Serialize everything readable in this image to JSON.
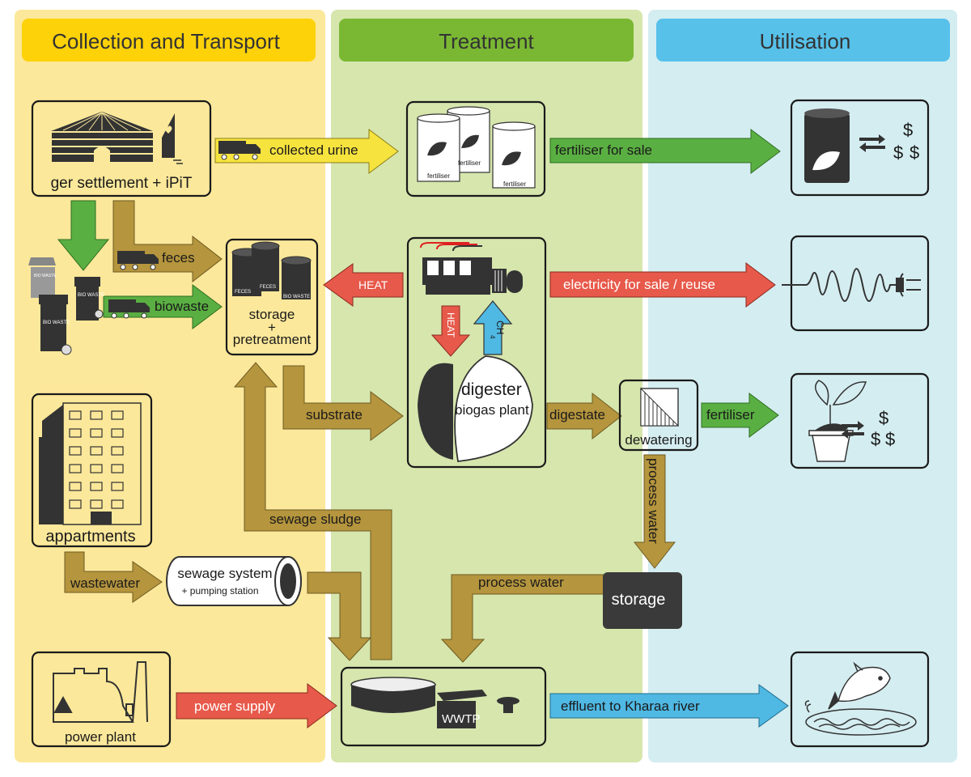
{
  "columns": {
    "collection": "Collection and Transport",
    "treatment": "Treatment",
    "utilisation": "Utilisation"
  },
  "nodes": {
    "ger": "ger settlement + iPiT",
    "storage_pre_1": "storage",
    "storage_pre_2": "+",
    "storage_pre_3": "pretreatment",
    "digester_1": "digester",
    "digester_2": "biogas plant",
    "dewatering": "dewatering",
    "appartments": "appartments",
    "sewage_1": "sewage system",
    "sewage_2": "+ pumping station",
    "storage": "storage",
    "power_plant": "power plant",
    "wwtp": "WWTP",
    "fertiliser_can": "fertiliser",
    "bio_waste": "BIO WASTE",
    "feces_can": "FECES"
  },
  "arrows": {
    "collected_urine": "collected urine",
    "fertiliser_for_sale": "fertiliser for sale",
    "feces": "feces",
    "biowaste": "biowaste",
    "heat": "HEAT",
    "heat_down": "HEAT",
    "ch4": "CH",
    "ch4_sub": "4",
    "electricity": "electricity for sale  / reuse",
    "substrate": "substrate",
    "digestate": "digestate",
    "fertiliser": "fertiliser",
    "process_water_v": "process water",
    "sewage_sludge": "sewage sludge",
    "process_water_h": "process water",
    "wastewater": "wastewater",
    "power_supply": "power supply",
    "effluent": "effluent to Kharaa river"
  },
  "icons": {
    "currency": "$",
    "exchange": "exchange-arrows-icon"
  },
  "colors": {
    "collection_bg": "#fce89a",
    "collection_header": "#fdd208",
    "treatment_bg": "#d6e6ad",
    "treatment_header": "#7ab833",
    "utilisation_bg": "#d4edf1",
    "utilisation_header": "#57c1ea",
    "arrow_yellow": "#f6e33e",
    "arrow_green": "#5aaf42",
    "arrow_red": "#e7594a",
    "arrow_blue": "#4fb8e3",
    "arrow_brown": "#b5953d",
    "dark": "#333333"
  }
}
